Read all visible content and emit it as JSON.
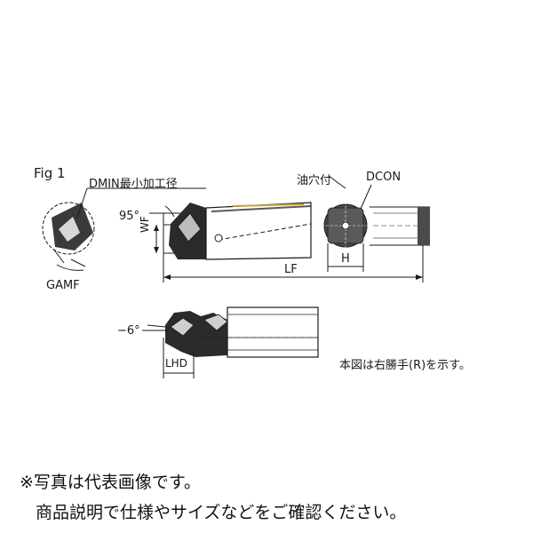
{
  "figure": {
    "fig_label": "Fig 1",
    "dmin_label": "DMIN最小加工径",
    "angle_95": "95°",
    "wf_label": "WF",
    "gamf_label": "GAMF",
    "oil_hole_label": "油穴付",
    "dcon_label": "DCON",
    "h_label": "H",
    "lf_label": "LF",
    "angle_neg6": "−6°",
    "lhd_label": "LHD",
    "right_hand_note": "本図は右勝手(R)を示す。"
  },
  "notes": {
    "line1": "※写真は代表画像です。",
    "line2": "商品説明で仕様やサイズなどをご確認ください。"
  },
  "colors": {
    "line": "#1a1a1a",
    "body_dark": "#2b2b2b",
    "body_mid": "#5a5a5a",
    "insert": "#3a3a3a",
    "shank_end": "#4a4a4a",
    "highlight": "#c7a23a"
  }
}
